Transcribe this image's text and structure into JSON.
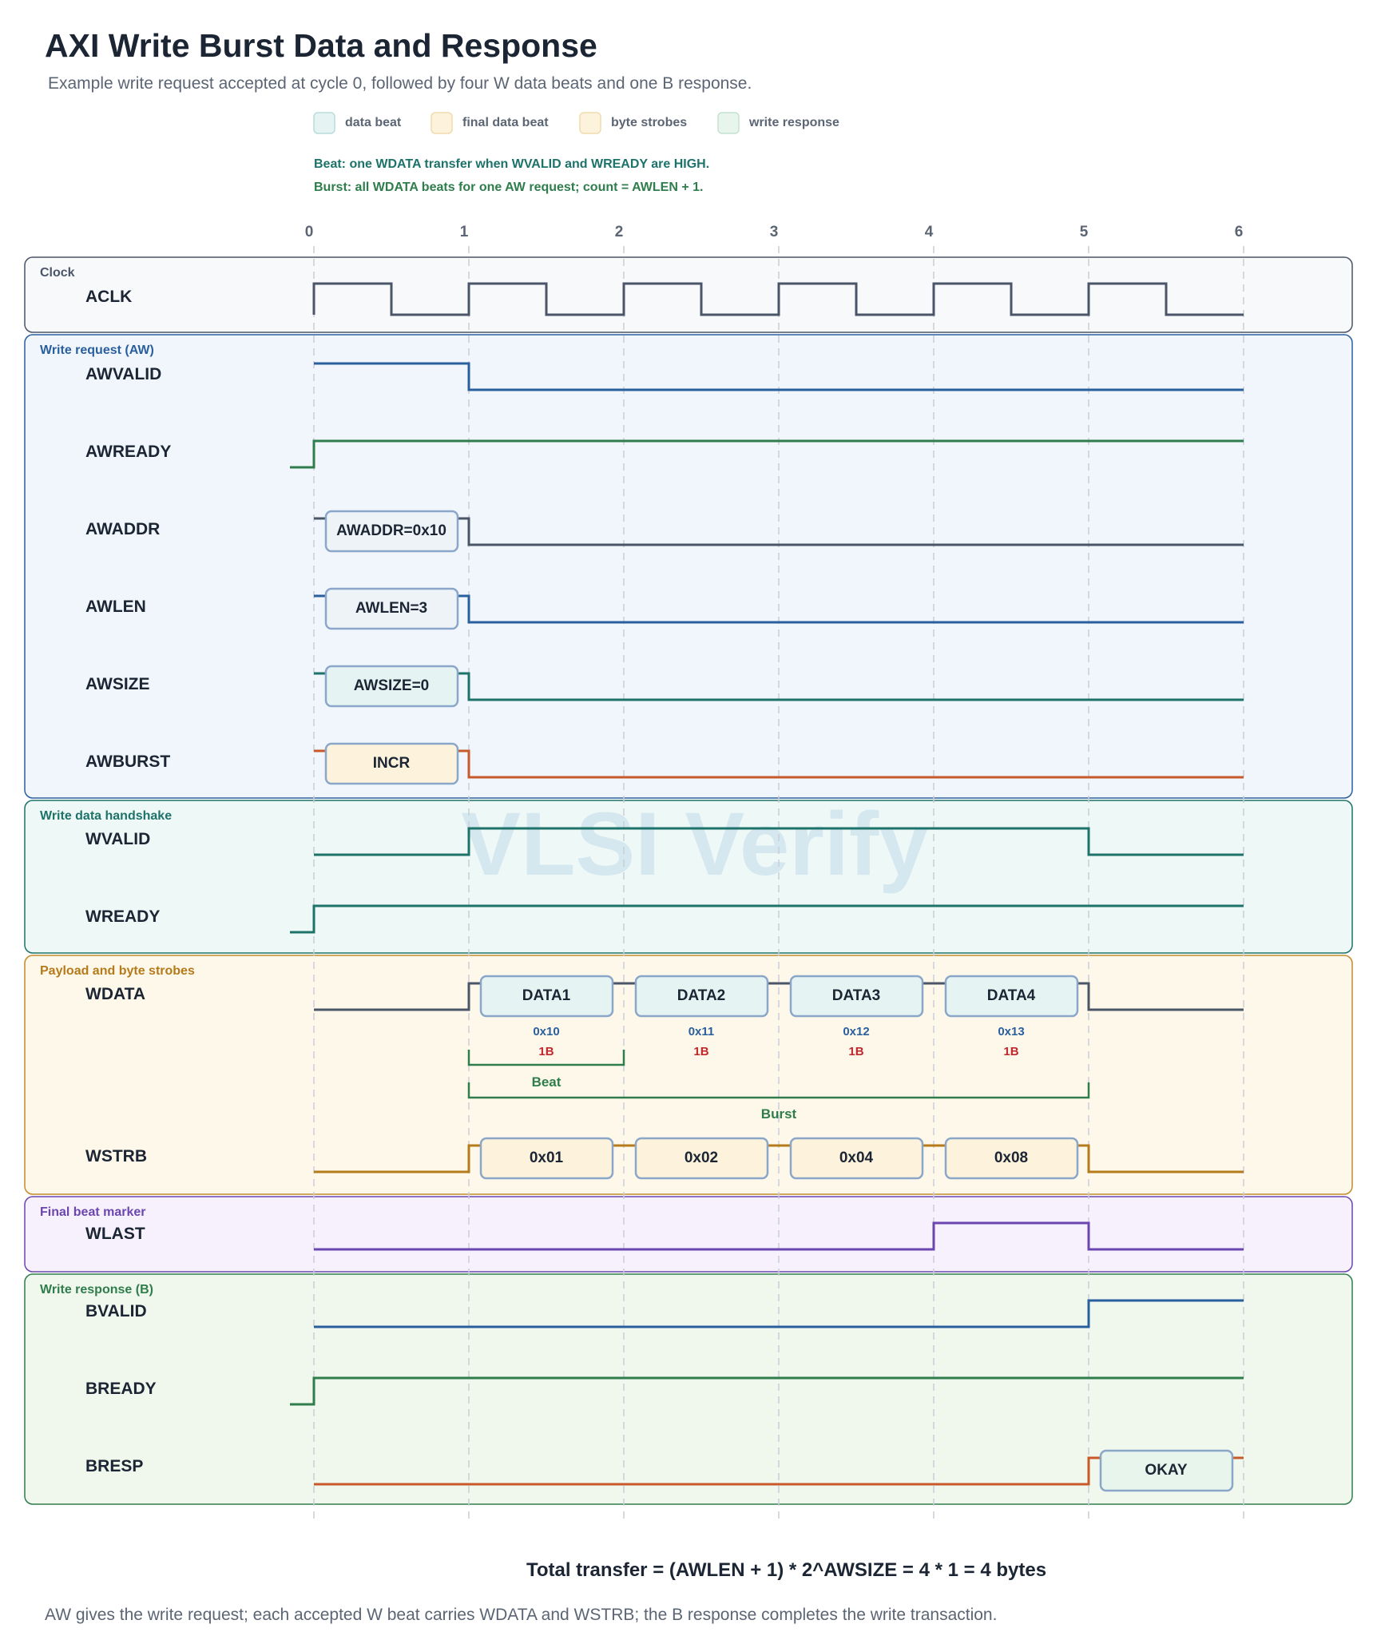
{
  "title": "AXI Write Burst Data and Response",
  "subtitle": "Example write request accepted at cycle 0, followed by four W data beats and one B response.",
  "legend": [
    {
      "label": "data beat",
      "fill": "#e6f3f3",
      "stroke": "#b9dcdc"
    },
    {
      "label": "final data beat",
      "fill": "#fdf3dc",
      "stroke": "#f0dcae"
    },
    {
      "label": "byte strobes",
      "fill": "#fdf3dc",
      "stroke": "#f0dcae"
    },
    {
      "label": "write response",
      "fill": "#e8f5ec",
      "stroke": "#c4e2cf"
    }
  ],
  "notes": {
    "beat": "Beat: one WDATA transfer when WVALID and WREADY are HIGH.",
    "burst": "Burst: all WDATA beats for one AW request; count = AWLEN + 1."
  },
  "cycles": [
    "0",
    "1",
    "2",
    "3",
    "4",
    "5",
    "6"
  ],
  "groups": [
    {
      "label": "Clock",
      "bg": "#f8f9fb",
      "border": "#4a5568",
      "text_color": "#4a5568"
    },
    {
      "label": "Write request (AW)",
      "bg": "#f1f6fd",
      "border": "#2a5f9e",
      "text_color": "#2a5f9e"
    },
    {
      "label": "Write data handshake",
      "bg": "#eef8f7",
      "border": "#1d7269",
      "text_color": "#1d7269"
    },
    {
      "label": "Payload and byte strobes",
      "bg": "#fef8ea",
      "border": "#c48a2a",
      "text_color": "#b57a1a"
    },
    {
      "label": "Final beat marker",
      "bg": "#f6f1fd",
      "border": "#6b46b0",
      "text_color": "#6b46b0"
    },
    {
      "label": "Write response (B)",
      "bg": "#f0f7ed",
      "border": "#2f7d4c",
      "text_color": "#2f7d4c"
    }
  ],
  "signals": {
    "aclk": "ACLK",
    "awvalid": "AWVALID",
    "awready": "AWREADY",
    "awaddr": "AWADDR",
    "awlen": "AWLEN",
    "awsize": "AWSIZE",
    "awburst": "AWBURST",
    "wvalid": "WVALID",
    "wready": "WREADY",
    "wdata": "WDATA",
    "wstrb": "WSTRB",
    "wlast": "WLAST",
    "bvalid": "BVALID",
    "bready": "BREADY",
    "bresp": "BRESP"
  },
  "colors": {
    "clock": "#4a5568",
    "blue": "#2a5f9e",
    "green": "#2f7d4c",
    "teal": "#1d7269",
    "orange": "#c8592a",
    "gold": "#b57a1a",
    "purple": "#6b46b0",
    "gray": "#4a5568"
  },
  "aw_values": {
    "awaddr": "AWADDR=0x10",
    "awlen": "AWLEN=3",
    "awsize": "AWSIZE=0",
    "awburst": "INCR"
  },
  "beats": [
    {
      "data": "DATA1",
      "addr": "0x10",
      "size": "1B",
      "strobe": "0x01"
    },
    {
      "data": "DATA2",
      "addr": "0x11",
      "size": "1B",
      "strobe": "0x02"
    },
    {
      "data": "DATA3",
      "addr": "0x12",
      "size": "1B",
      "strobe": "0x04"
    },
    {
      "data": "DATA4",
      "addr": "0x13",
      "size": "1B",
      "strobe": "0x08"
    }
  ],
  "brace_beat": "Beat",
  "brace_burst": "Burst",
  "bresp_value": "OKAY",
  "watermark": "VLSI Verify",
  "total": "Total transfer = (AWLEN + 1) * 2^AWSIZE = 4 * 1 = 4 bytes",
  "footer": "AW gives the write request; each accepted W beat carries WDATA and WSTRB; the B response completes the write transaction."
}
